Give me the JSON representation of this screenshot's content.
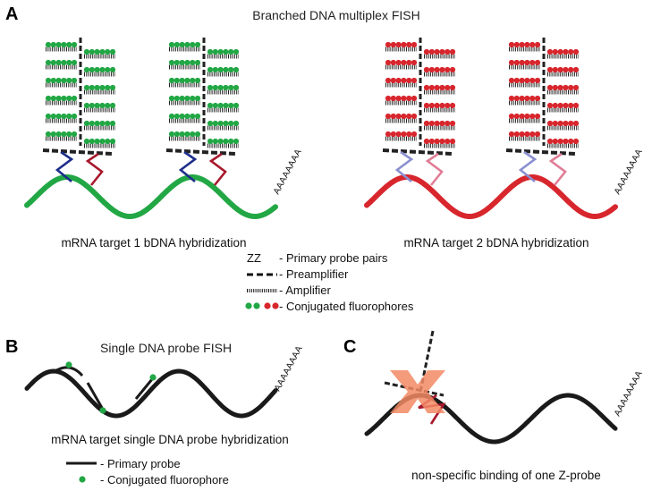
{
  "panel_labels": {
    "a": "A",
    "b": "B",
    "c": "C"
  },
  "titles": {
    "a": "Branched DNA multiplex FISH",
    "b": "Single DNA probe FISH"
  },
  "captions": {
    "target1": "mRNA target 1 bDNA hybridization",
    "target2": "mRNA target 2 bDNA hybridization",
    "single": "mRNA target single DNA probe hybridization",
    "nonspecific": "non-specific binding of one Z-probe"
  },
  "poly_a": "AAAAAAAA",
  "legend_a": {
    "zz_symbol": "ZZ",
    "primary_pairs": "- Primary probe pairs",
    "preamplifier": "- Preamplifier",
    "amplifier": "- Amplifier",
    "fluorophores": "- Conjugated fluorophores"
  },
  "legend_b": {
    "primary_probe": "- Primary probe",
    "fluorophore": "- Conjugated fluorophore"
  },
  "colors": {
    "target1_mrna": "#22a745",
    "target2_mrna": "#d8262d",
    "fluor_green": "#22a745",
    "fluor_red": "#d8262d",
    "probe_blue": "#1d2d8a",
    "probe_red": "#a8182c",
    "probe_blue_light": "#8a8fcf",
    "probe_red_light": "#e07d96",
    "mrna_black": "#1a1a1a",
    "x_mark": "#f28a65"
  }
}
